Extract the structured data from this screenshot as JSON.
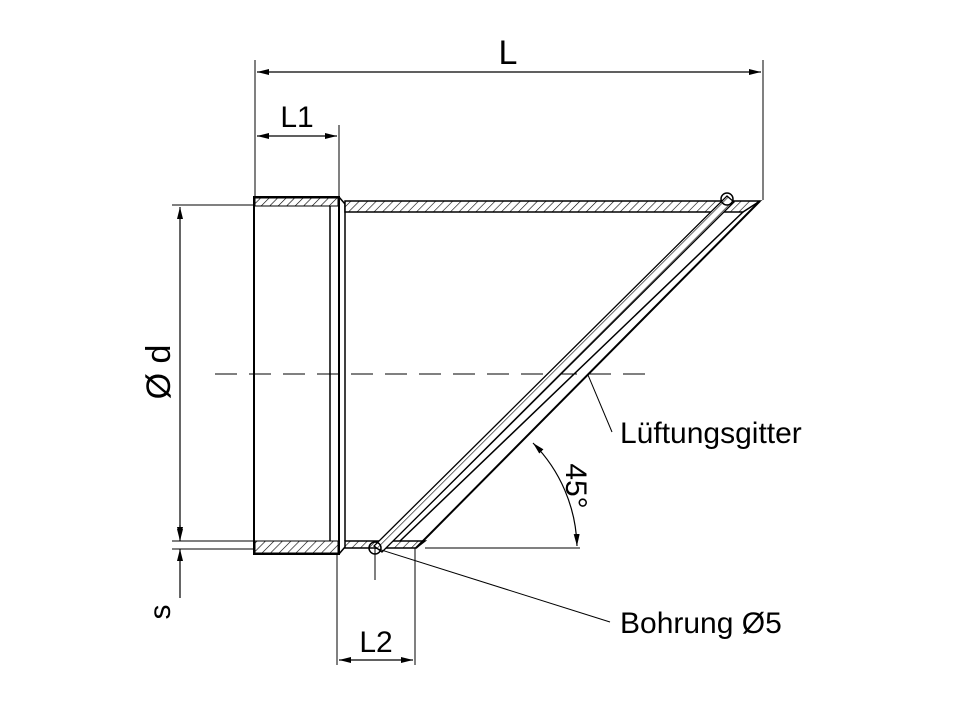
{
  "labels": {
    "L": "L",
    "L1": "L1",
    "L2": "L2",
    "d": "Ø d",
    "s": "s",
    "angle": "45°",
    "grille": "Lüftungsgitter",
    "hole": "Bohrung Ø5"
  }
}
